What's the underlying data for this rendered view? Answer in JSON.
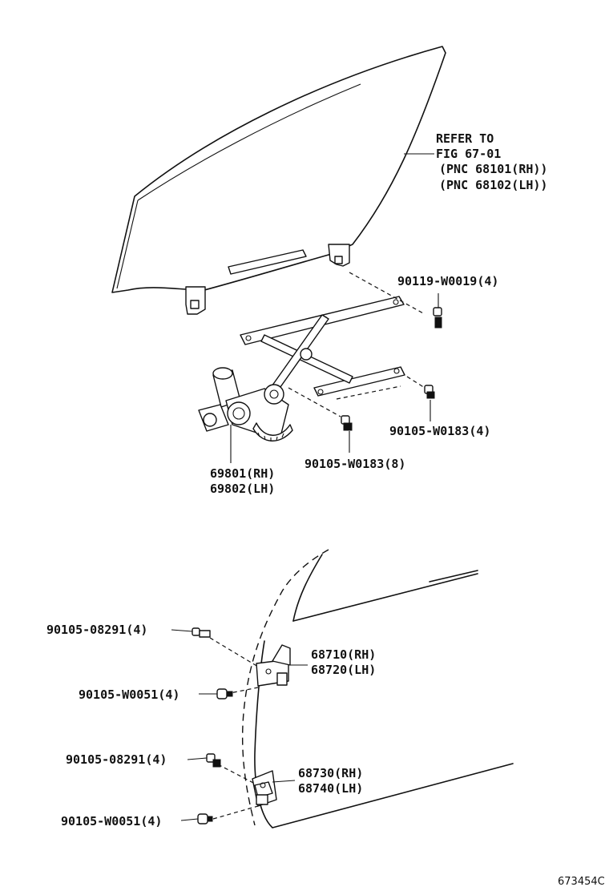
{
  "labels": {
    "refer_line1": "REFER TO",
    "refer_line2": "FIG 67-01",
    "refer_line3": "(PNC 68101(RH))",
    "refer_line4": "(PNC 68102(LH))",
    "bolt_glass": "90119-W0019(4)",
    "bolt_regulator_right": "90105-W0183(4)",
    "bolt_regulator_center": "90105-W0183(8)",
    "regulator_rh": "69801(RH)",
    "regulator_lh": "69802(LH)",
    "upper_hinge_bolt": "90105-08291(4)",
    "upper_hinge_rh": "68710(RH)",
    "upper_hinge_lh": "68720(LH)",
    "upper_hinge_nut": "90105-W0051(4)",
    "lower_hinge_bolt": "90105-08291(4)",
    "lower_hinge_rh": "68730(RH)",
    "lower_hinge_lh": "68740(LH)",
    "lower_hinge_nut": "90105-W0051(4)",
    "figure_id": "673454C"
  }
}
